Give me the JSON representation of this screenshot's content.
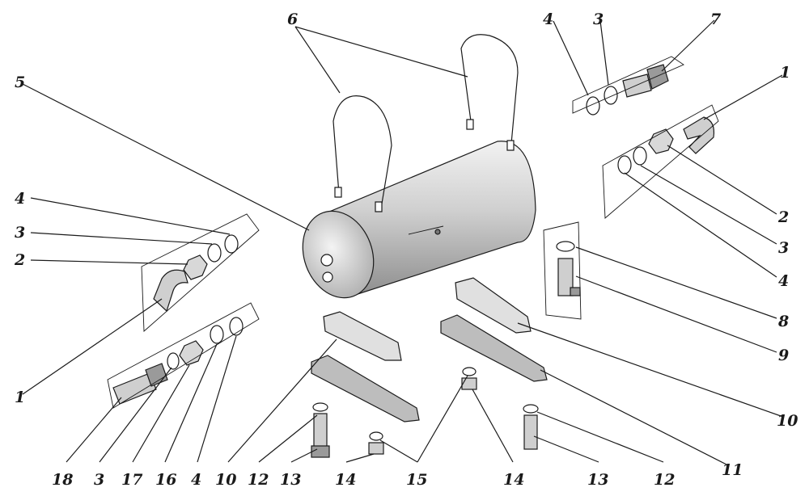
{
  "callouts": {
    "c6": "6",
    "c4a": "4",
    "c3a": "3",
    "c7": "7",
    "c5": "5",
    "c1a": "1",
    "c4b": "4",
    "c3b": "3",
    "c2a": "2",
    "c2b": "2",
    "c3c": "3",
    "c4c": "4",
    "c8": "8",
    "c9": "9",
    "c1b": "1",
    "c10b": "10",
    "c11": "11",
    "c18": "18",
    "c3d": "3",
    "c17": "17",
    "c16": "16",
    "c4d": "4",
    "c10a": "10",
    "c12a": "12",
    "c13a": "13",
    "c14a": "14",
    "c15": "15",
    "c14b": "14",
    "c13b": "13",
    "c12b": "12"
  },
  "colors": {
    "ink": "#1a1a1a",
    "paper": "#ffffff",
    "shade": "#c9c9c9"
  }
}
